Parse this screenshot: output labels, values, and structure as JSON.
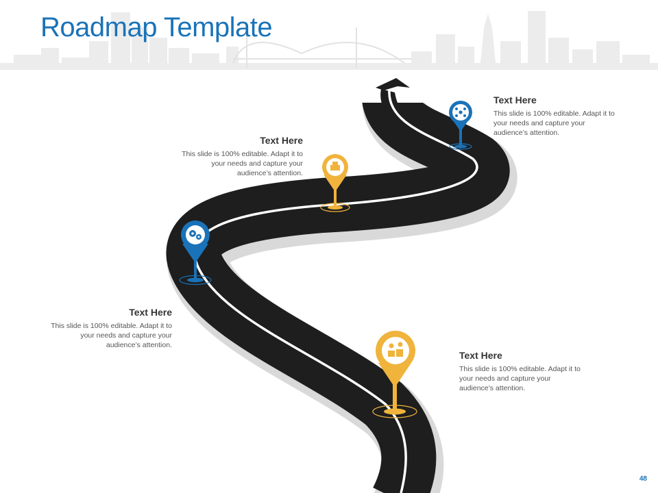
{
  "slide": {
    "title": "Roadmap Template",
    "page_number": "48"
  },
  "colors": {
    "title": "#1a73b8",
    "blue_pin": "#1a73b8",
    "yellow_pin": "#f0b43c",
    "road": "#1e1e1e",
    "skyline": "#ececec"
  },
  "milestones": [
    {
      "heading": "Text Here",
      "body": "This slide is 100% editable. Adapt it to your needs and capture your audience’s attention.",
      "pin_color": "blue",
      "icon": "network-icon"
    },
    {
      "heading": "Text Here",
      "body": "This slide is 100% editable. Adapt it to your needs and capture your audience’s attention.",
      "pin_color": "yellow",
      "icon": "inbox-icon"
    },
    {
      "heading": "Text Here",
      "body": "This slide is 100% editable. Adapt it to your needs and capture your audience’s attention.",
      "pin_color": "blue",
      "icon": "gears-icon"
    },
    {
      "heading": "Text Here",
      "body": "This slide is 100% editable. Adapt it to your needs and capture your audience’s attention.",
      "pin_color": "yellow",
      "icon": "money-hand-icon"
    }
  ]
}
